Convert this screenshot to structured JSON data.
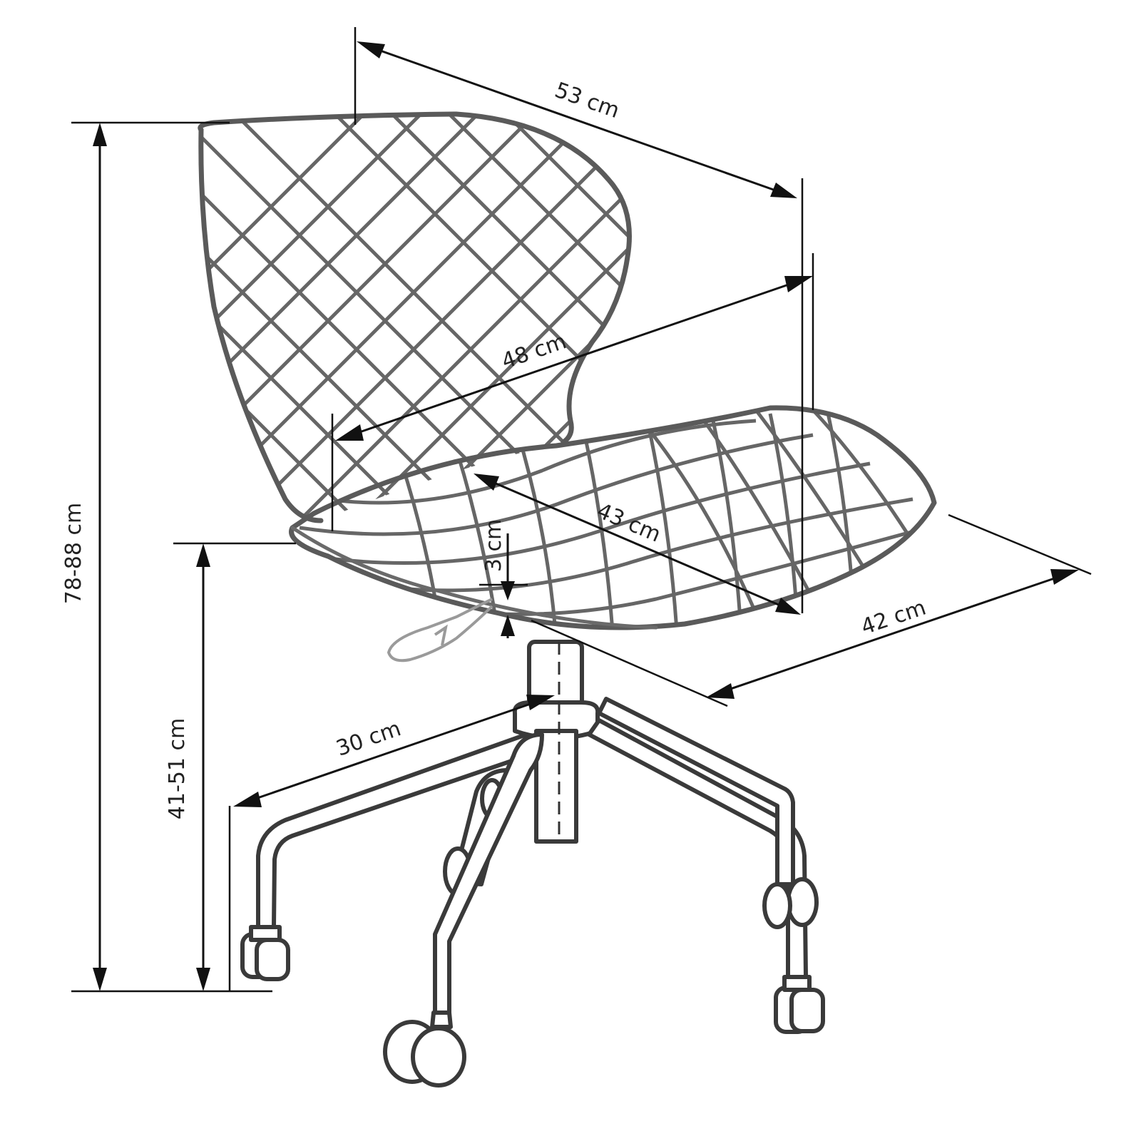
{
  "diagram": {
    "dimensions": {
      "backrest_width": "53 cm",
      "seat_width": "48 cm",
      "seat_depth": "43 cm",
      "seat_side": "42 cm",
      "total_height": "78-88 cm",
      "seat_height": "41-51 cm",
      "seat_thickness": "3 cm",
      "base_radius": "30 cm"
    }
  }
}
